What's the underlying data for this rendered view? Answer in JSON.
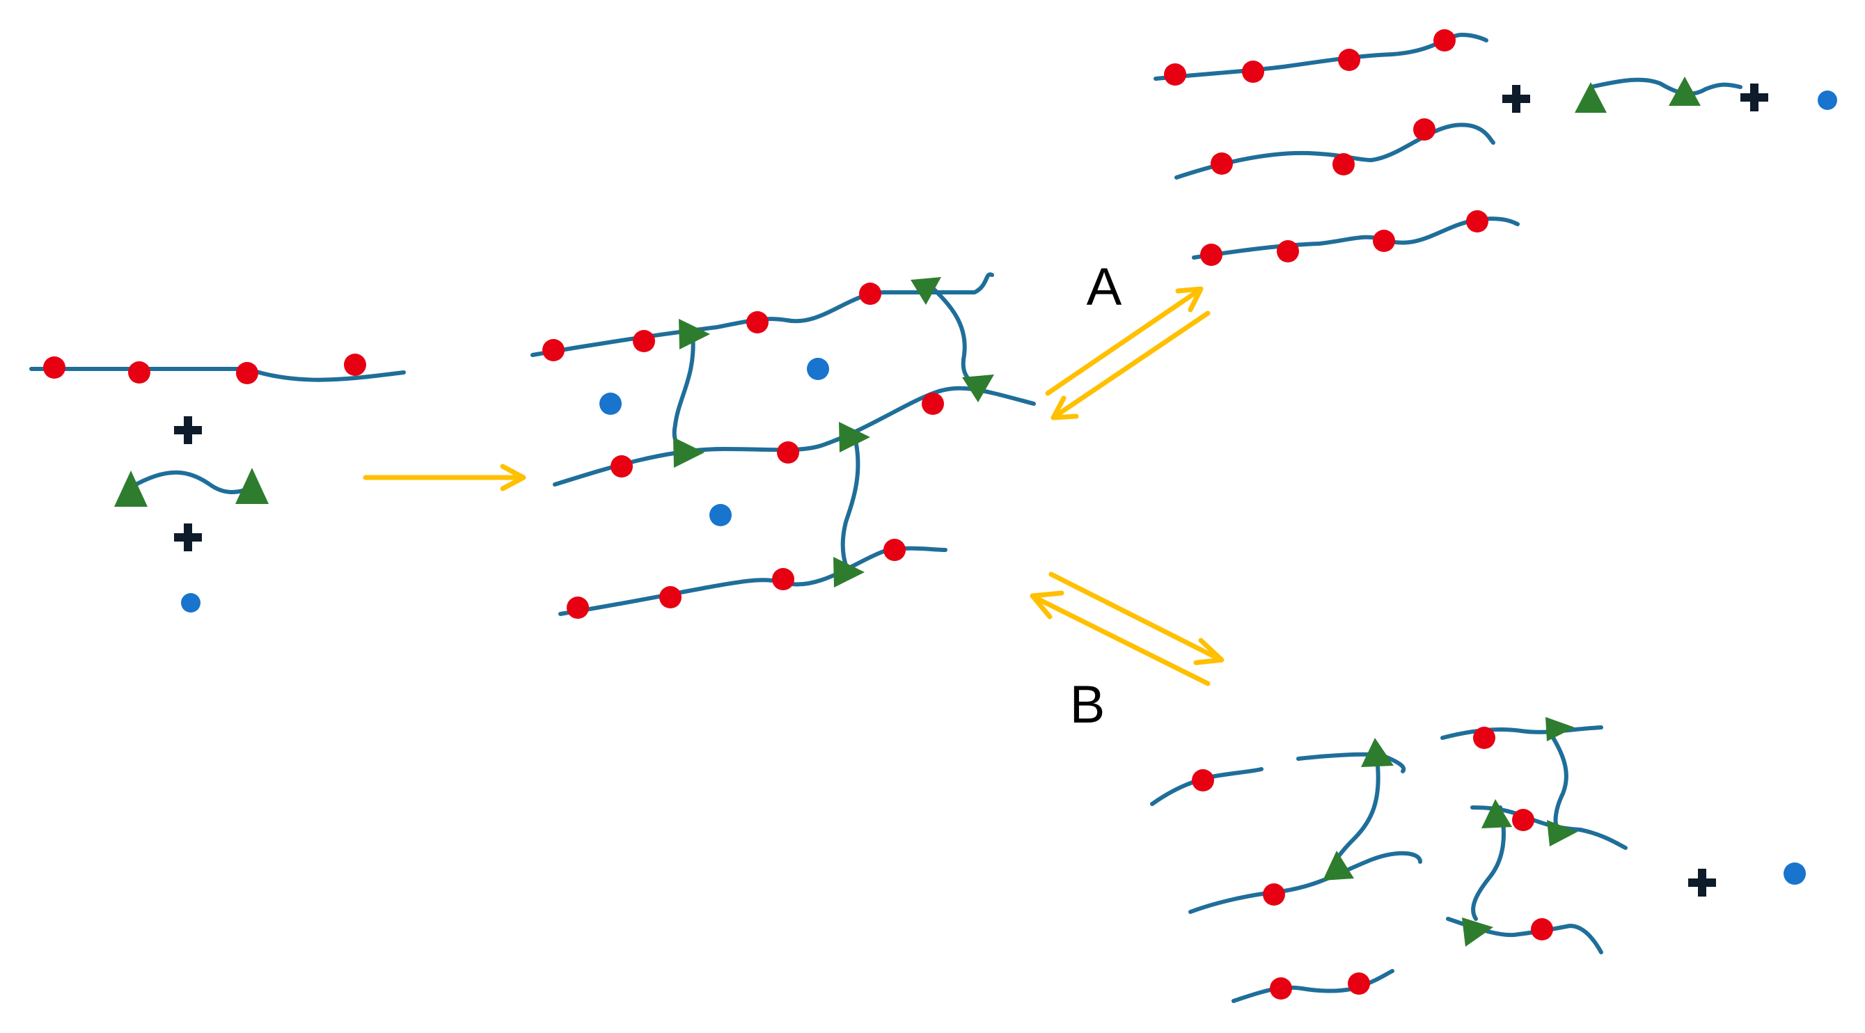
{
  "diagram": {
    "labels": {
      "pathway_a": "A",
      "pathway_b": "B"
    },
    "components": {
      "polymer_chain": "red-dot-chain",
      "crosslinker": "green-triangle-linker",
      "catalyst": "blue-dot"
    },
    "colors": {
      "chain": "#1f6e9a",
      "reactive_site": "#e60012",
      "crosslink_end": "#2e7d2e",
      "catalyst": "#1874cd",
      "arrow": "#ffc000",
      "plus": "#0d1b2a",
      "text": "#000000"
    }
  }
}
